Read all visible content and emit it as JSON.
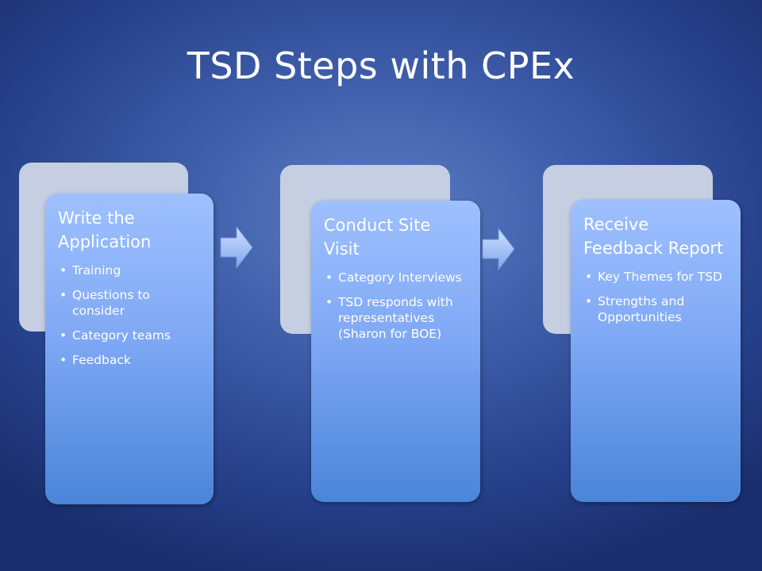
{
  "slide": {
    "title": "TSD Steps with CPEx"
  },
  "steps": [
    {
      "title": "Write the Application",
      "bullets": [
        "Training",
        "Questions to consider",
        "Category teams",
        "Feedback"
      ]
    },
    {
      "title": "Conduct Site Visit",
      "bullets": [
        "Category Interviews",
        "TSD responds with representatives (Sharon for BOE)"
      ]
    },
    {
      "title": "Receive Feedback Report",
      "bullets": [
        "Key Themes for TSD",
        "Strengths and Opportunities"
      ]
    }
  ],
  "colors": {
    "background": "#3d5ca8",
    "back_card": "#c5cfe1",
    "front_card_top": "#9ec0ff",
    "front_card_bottom": "#4a85d8",
    "arrow": "#a9c6ff"
  },
  "icons": {
    "connector": "right-arrow-icon",
    "bullet": "bullet-dot"
  }
}
